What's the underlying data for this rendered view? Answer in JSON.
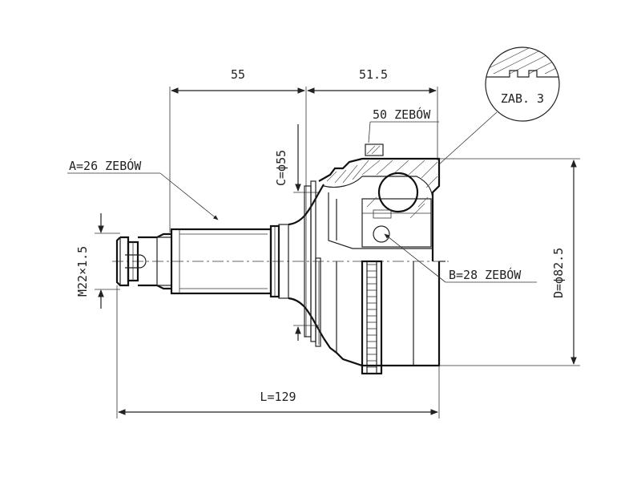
{
  "labels": {
    "dim_55": "55",
    "dim_515": "51.5",
    "spline_50": "50 ZEBÓW",
    "zab3": "ZAB. 3",
    "spline_a": "A=26 ZEBÓW",
    "dia_c": "C=ϕ55",
    "thread": "M22×1.5",
    "spline_b": "B=28 ZEBÓW",
    "dia_d": "D=ϕ82.5",
    "length_l": "L=129"
  }
}
